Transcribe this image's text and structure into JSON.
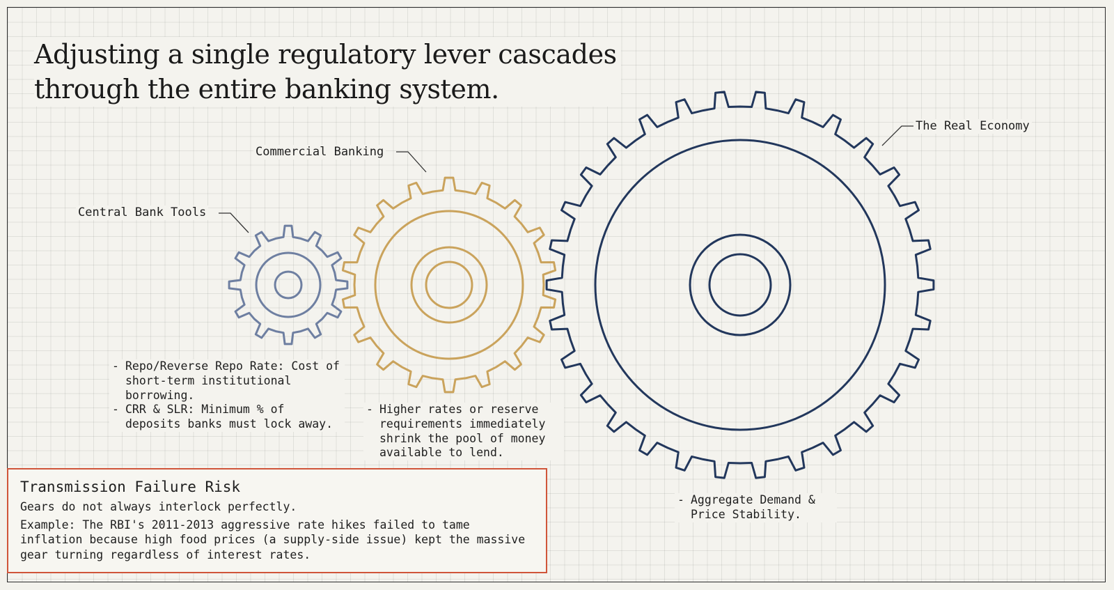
{
  "title_lines": [
    "Adjusting a single regulatory lever cascades",
    "through the entire banking system."
  ],
  "gears": [
    {
      "label": "Central Bank Tools",
      "color": "#6e7fa1",
      "teeth": 12
    },
    {
      "label": "Commercial Banking",
      "color": "#caa35c",
      "teeth": 18
    },
    {
      "label": "The Real Economy",
      "color": "#22375c",
      "teeth": 30
    }
  ],
  "central_bank_notes": [
    "Repo/Reverse Repo Rate: Cost of short-term institutional borrowing.",
    "CRR & SLR: Minimum % of deposits banks must lock away."
  ],
  "commercial_bank_notes": [
    "Higher rates or reserve requirements immediately shrink the pool of money available to lend."
  ],
  "real_economy_notes": [
    "Aggregate Demand & Price Stability."
  ],
  "risk_box": {
    "title": "Transmission Failure Risk",
    "line1": "Gears do not always interlock perfectly.",
    "line2": "Example: The RBI's 2011-2013 aggressive rate hikes failed to tame inflation because high food prices (a supply-side issue) kept the massive gear turning regardless of interest rates.",
    "border_color": "#d0553a"
  }
}
